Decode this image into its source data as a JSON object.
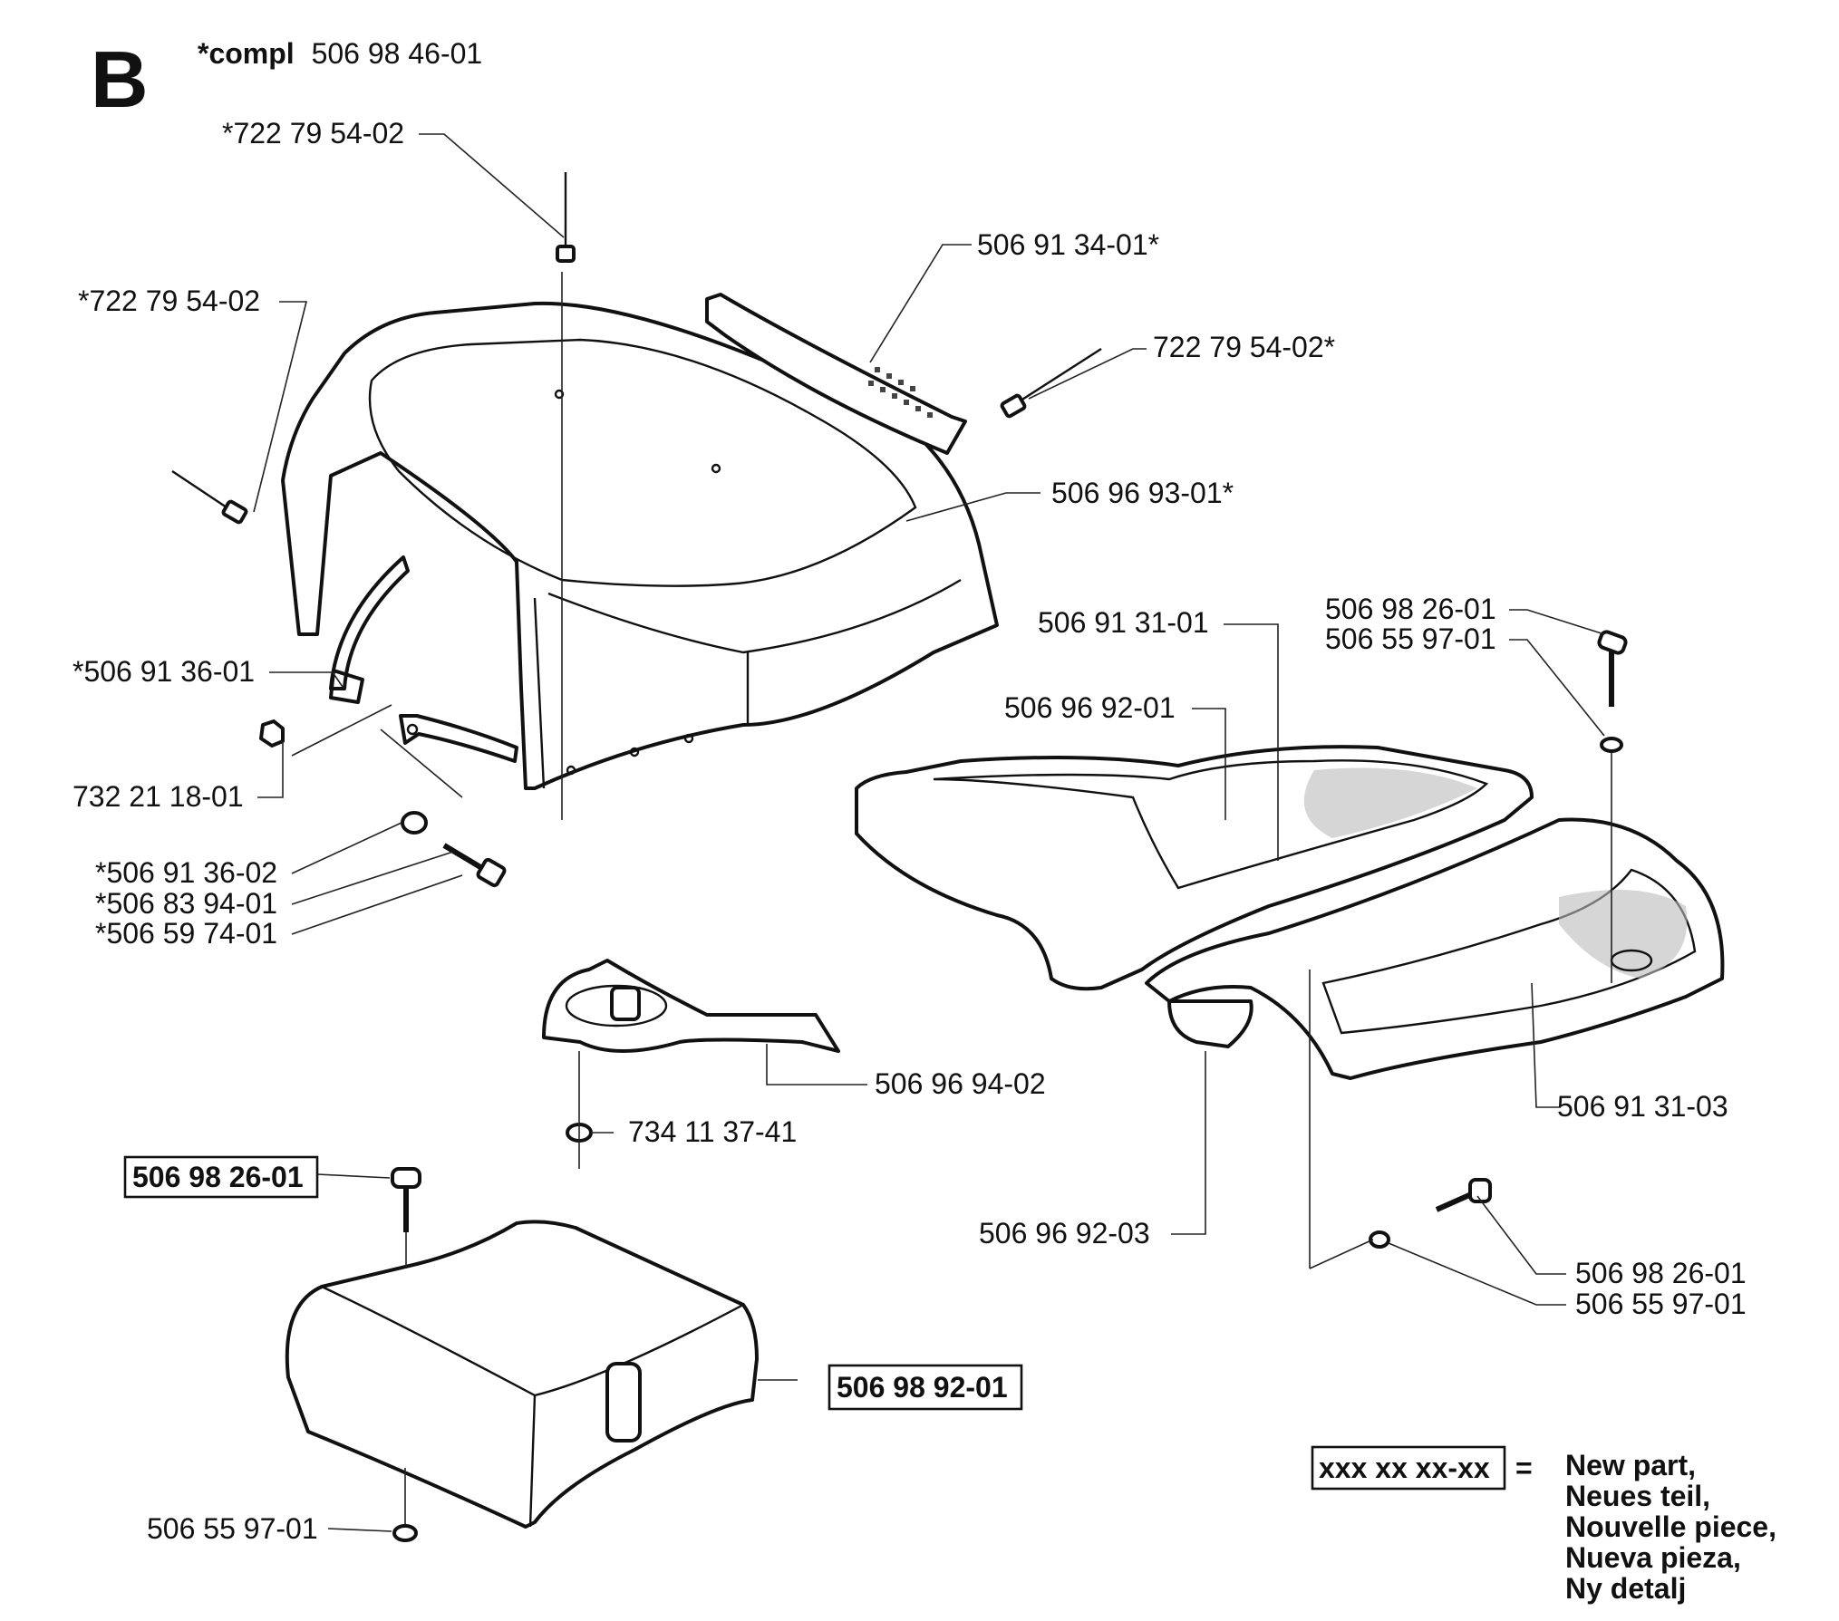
{
  "section_letter": "B",
  "assembly": {
    "prefix": "*compl",
    "number": "506 98 46-01"
  },
  "labels": {
    "rivet_top": "*722 79 54-02",
    "rivet_left": "*722 79 54-02",
    "grille": "506 91 34-01*",
    "rivet_right": "722 79 54-02*",
    "hood": "506 96 93-01*",
    "bracket_upper": "*506 91 36-01",
    "nut": "732 21 18-01",
    "bracket_lower": "*506 91 36-02",
    "washer_lower": "*506 83 94-01",
    "bolt_lower": "*506 59 74-01",
    "tray": "506 96 94-02",
    "washer_tray": "734 11 37-41",
    "seat_pan": "506 91 31-01",
    "seat_frame": "506 96 92-01",
    "screw_right_top": "506 98 26-01",
    "washer_right_top": "506 55 97-01",
    "fender": "506 91 31-03",
    "bracket_bottom": "506 96 92-03",
    "screw_right_bottom": "506 98 26-01",
    "washer_right_bottom": "506 55 97-01",
    "screw_new": "506 98 26-01",
    "battery_cover_new": "506 98 92-01",
    "washer_battery": "506 55 97-01"
  },
  "legend": {
    "code": "xxx xx xx-xx",
    "equals": "=",
    "lines": [
      "New part,",
      "Neues teil,",
      "Nouvelle piece,",
      "Nueva pieza,",
      "Ny detalj"
    ]
  }
}
